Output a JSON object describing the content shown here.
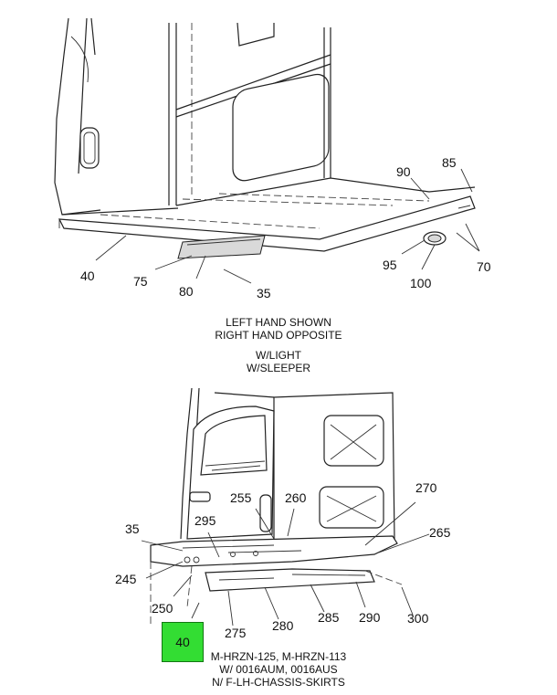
{
  "top_view": {
    "callouts": [
      "90",
      "85",
      "40",
      "75",
      "80",
      "35",
      "95",
      "100",
      "70"
    ],
    "caption": {
      "line1": "LEFT HAND SHOWN",
      "line2": "RIGHT HAND OPPOSITE",
      "line3": "W/LIGHT",
      "line4": "W/SLEEPER"
    }
  },
  "bottom_view": {
    "callouts": [
      "255",
      "260",
      "270",
      "35",
      "295",
      "265",
      "245",
      "250",
      "275",
      "280",
      "285",
      "290",
      "300"
    ],
    "highlight_label": "40",
    "highlight_color": "#33dd33",
    "caption": {
      "line1": "M-HRZN-125, M-HRZN-113",
      "line2": "W/ 0016AUM, 0016AUS",
      "line3": "N/ F-LH-CHASSIS-SKIRTS"
    }
  }
}
